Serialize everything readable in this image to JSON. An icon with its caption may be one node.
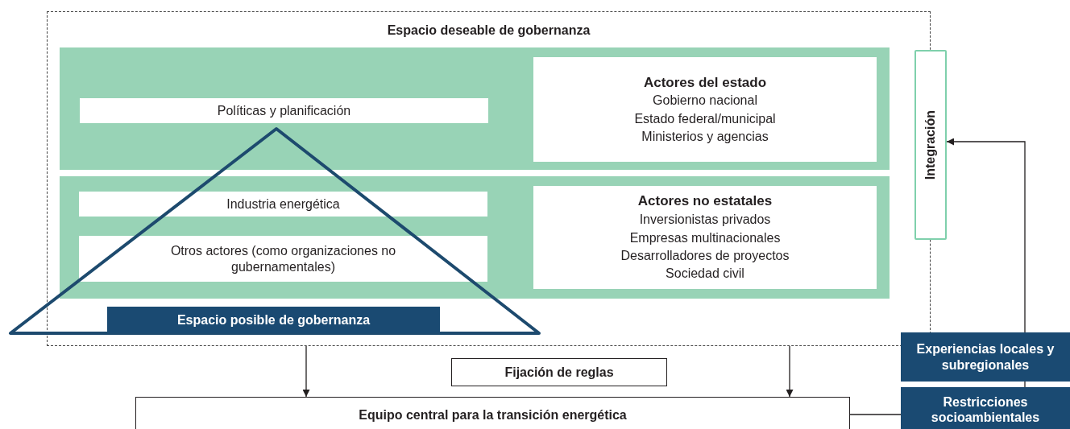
{
  "diagram": {
    "nodes": [
      {
        "text": [
          "Espacio deseable de gobernanza"
        ]
      },
      {
        "text": [],
        "shape": "box",
        "in": 0
      },
      {
        "text": [
          "Políticas y planificación"
        ],
        "in": 1
      },
      {
        "text": [
          "Actores del estado",
          "Gobierno nacional",
          "Estado federal/municipal",
          "Ministerios y agencias"
        ],
        "in": 1
      },
      {
        "text": [],
        "shape": "box",
        "in": 0
      },
      {
        "text": [
          "Industria energética"
        ]
      },
      {
        "text": [
          "Otros actores (como organizaciones no gubernamentales)"
        ]
      },
      {
        "text": [
          "Actores no estatales",
          "Inversionistas privados",
          "Empresas multinacionales",
          "Desarrolladores de proyectos",
          "Sociedad civil"
        ],
        "in": 4
      },
      {
        "text": [
          "Espacio posible de gobernanza"
        ]
      },
      {
        "text": [
          "Integración"
        ]
      },
      {
        "text": [
          "Fijación de reglas"
        ]
      },
      {
        "text": [
          "Equipo central para la transición energética"
        ]
      },
      {
        "text": [
          "Experiencias locales y subregionales"
        ]
      },
      {
        "text": [
          "Restricciones socioambientales"
        ]
      }
    ],
    "edges": [
      {
        "from": 0,
        "to": 11,
        "arrow": "to"
      },
      {
        "from": 0,
        "to": 11,
        "arrow": "to"
      },
      {
        "from": 12,
        "to": 9,
        "arrow": "to"
      },
      {
        "from": 13,
        "to": 12,
        "arrow": "none"
      },
      {
        "from": 13,
        "to": 11,
        "arrow": "none"
      }
    ]
  }
}
